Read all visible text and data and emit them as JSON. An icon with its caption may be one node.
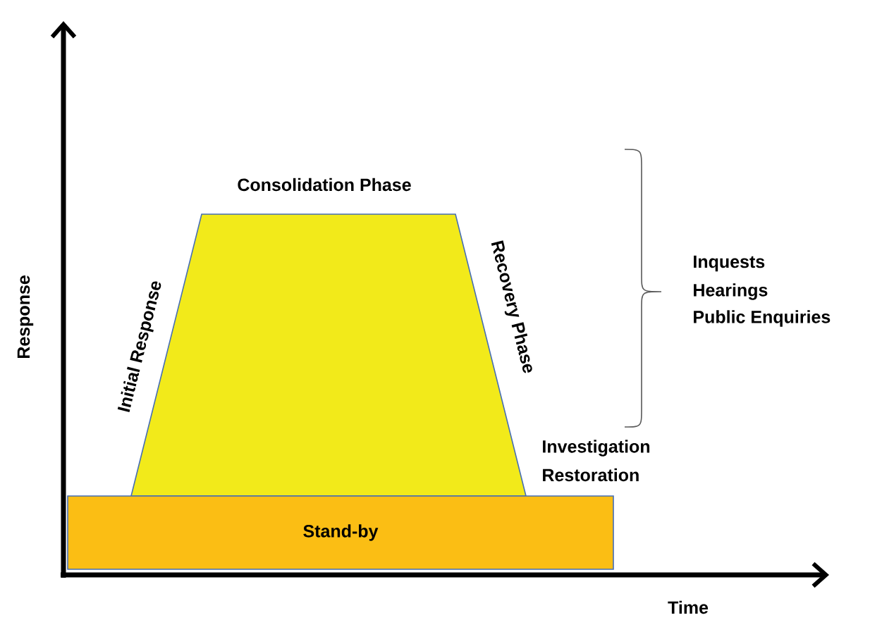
{
  "diagram": {
    "nodes": [
      {
        "text": [
          "Consolidation Phase"
        ],
        "beside": [
          "Initial Response",
          "Recovery Phase"
        ]
      },
      {
        "text": [
          "Stand-by"
        ]
      }
    ],
    "labels": [
      "Response",
      "Inquests",
      "Hearings",
      "Public Enquiries",
      "Investigation",
      "Restoration",
      "Time"
    ]
  }
}
